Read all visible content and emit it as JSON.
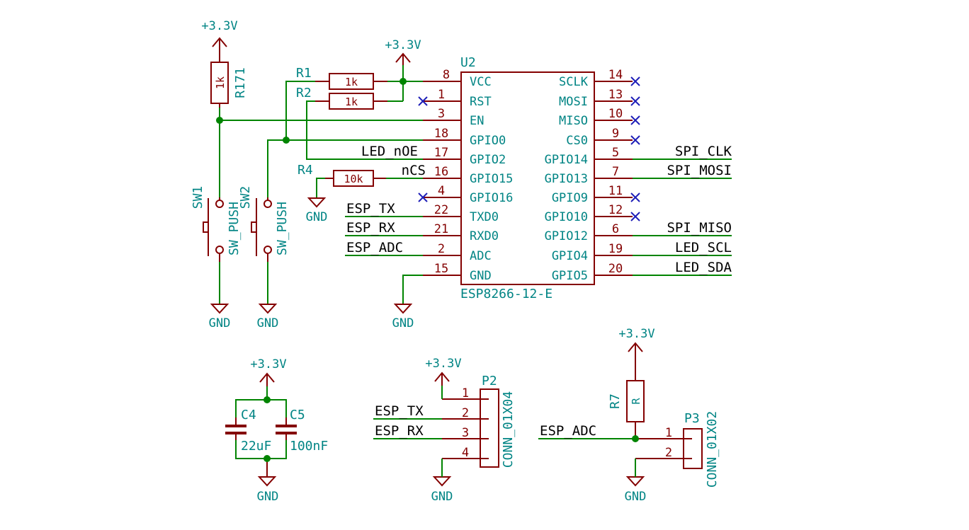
{
  "power": {
    "vcc": "+3.3V",
    "gnd": "GND"
  },
  "u2": {
    "ref": "U2",
    "value": "ESP8266-12-E",
    "left_pins": [
      {
        "num": "8",
        "name": "VCC"
      },
      {
        "num": "1",
        "name": "RST"
      },
      {
        "num": "3",
        "name": "EN"
      },
      {
        "num": "18",
        "name": "GPIO0"
      },
      {
        "num": "17",
        "name": "GPIO2"
      },
      {
        "num": "16",
        "name": "GPIO15"
      },
      {
        "num": "4",
        "name": "GPIO16"
      },
      {
        "num": "22",
        "name": "TXD0"
      },
      {
        "num": "21",
        "name": "RXD0"
      },
      {
        "num": "2",
        "name": "ADC"
      },
      {
        "num": "15",
        "name": "GND"
      }
    ],
    "right_pins": [
      {
        "num": "14",
        "name": "SCLK"
      },
      {
        "num": "13",
        "name": "MOSI"
      },
      {
        "num": "10",
        "name": "MISO"
      },
      {
        "num": "9",
        "name": "CS0"
      },
      {
        "num": "5",
        "name": "GPIO14"
      },
      {
        "num": "7",
        "name": "GPIO13"
      },
      {
        "num": "11",
        "name": "GPIO9"
      },
      {
        "num": "12",
        "name": "GPIO10"
      },
      {
        "num": "6",
        "name": "GPIO12"
      },
      {
        "num": "19",
        "name": "GPIO4"
      },
      {
        "num": "20",
        "name": "GPIO5"
      }
    ]
  },
  "resistors": {
    "r171": {
      "ref": "R171",
      "value": "1k"
    },
    "r1": {
      "ref": "R1",
      "value": "1k"
    },
    "r2": {
      "ref": "R2",
      "value": "1k"
    },
    "r4": {
      "ref": "R4",
      "value": "10k"
    },
    "r7": {
      "ref": "R7",
      "value": "R"
    }
  },
  "switches": {
    "sw1": {
      "ref": "SW1",
      "value": "SW_PUSH"
    },
    "sw2": {
      "ref": "SW2",
      "value": "SW_PUSH"
    }
  },
  "capacitors": {
    "c4": {
      "ref": "C4",
      "value": "22uF"
    },
    "c5": {
      "ref": "C5",
      "value": "100nF"
    }
  },
  "connectors": {
    "p2": {
      "ref": "P2",
      "value": "CONN_01X04",
      "pins": [
        "1",
        "2",
        "3",
        "4"
      ]
    },
    "p3": {
      "ref": "P3",
      "value": "CONN_01X02",
      "pins": [
        "1",
        "2"
      ]
    }
  },
  "labels": {
    "led_noe": "LED_nOE",
    "ncs": "nCS",
    "esp_tx": "ESP_TX",
    "esp_rx": "ESP_RX",
    "esp_adc": "ESP_ADC",
    "spi_clk": "SPI_CLK",
    "spi_mosi": "SPI_MOSI",
    "spi_miso": "SPI_MISO",
    "led_scl": "LED_SCL",
    "led_sda": "LED_SDA"
  },
  "colors": {
    "wire": "#008400",
    "component": "#840000",
    "text_field": "#008484",
    "no_connect": "#1f1fb8",
    "label": "#000000"
  }
}
